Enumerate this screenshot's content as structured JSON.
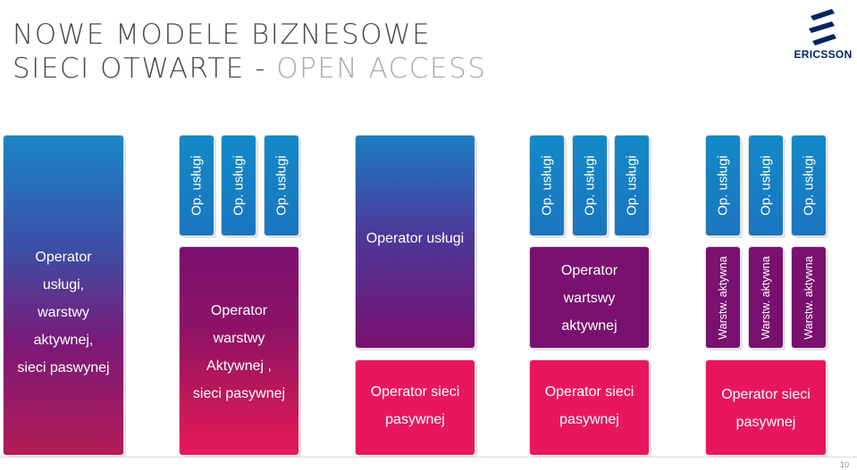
{
  "header": {
    "title_line1": "NOWE MODELE BIZNESOWE",
    "title_line2_main": "SIECI OTWARTE - ",
    "title_line2_accent": "OPEN ACCESS"
  },
  "logo": {
    "icon": "ericsson-logo-icon",
    "text": "ERICSSON",
    "color": "#002561"
  },
  "colors": {
    "service_blue": "#1389c7",
    "active_purple": "#7a1070",
    "passive_pink": "#e8175d"
  },
  "model1": {
    "lines": [
      "Operator",
      "usługi,",
      "warstwy",
      "aktywnej,",
      "sieci paswynej"
    ]
  },
  "model2": {
    "services": [
      "Op. usługi",
      "Op. usługi",
      "Op. usługi"
    ],
    "lines": [
      "Operator",
      "warstwy",
      "Aktywnej ,",
      "sieci pasywnej"
    ]
  },
  "model3": {
    "service": "Operator usługi",
    "passive_lines": [
      "Operator sieci",
      "pasywnej"
    ]
  },
  "model4": {
    "services": [
      "Op. usługi",
      "Op. usługi",
      "Op. usługi"
    ],
    "active_lines": [
      "Operator",
      "wartswy",
      "aktywnej"
    ],
    "passive_lines": [
      "Operator sieci",
      "pasywnej"
    ]
  },
  "model5": {
    "services": [
      "Op. usługi",
      "Op. usługi",
      "Op. usługi"
    ],
    "active": [
      "Warstw. aktywna",
      "Warstw. aktywna",
      "Warstw. aktywna"
    ],
    "passive_lines": [
      "Operator sieci",
      "pasywnej"
    ]
  },
  "footer": {
    "page_number": "10"
  }
}
